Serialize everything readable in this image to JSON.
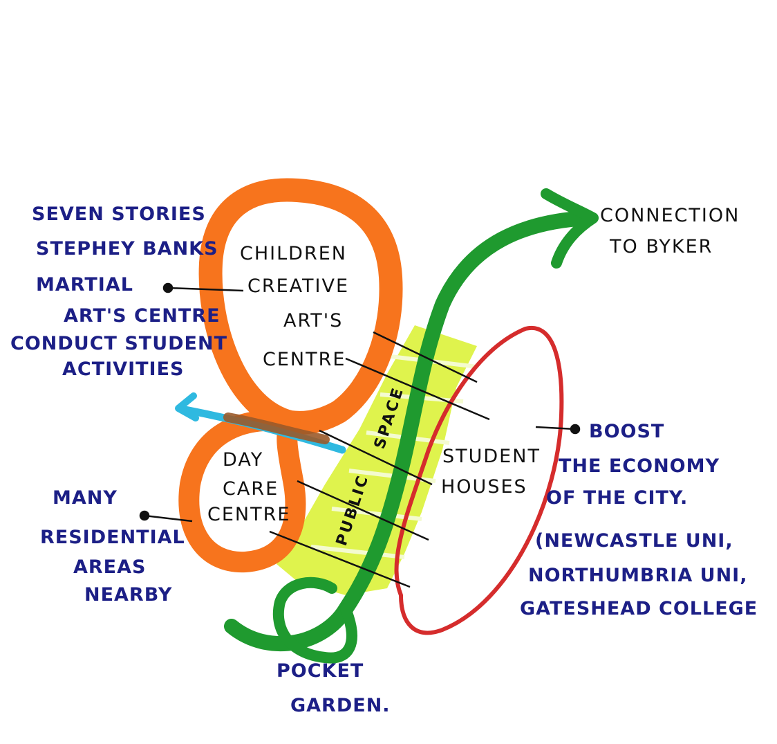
{
  "colors": {
    "orange": "#f7741d",
    "green": "#1f9a2f",
    "red": "#d52c2c",
    "lime": "#dcf23a",
    "cyan": "#2fb9e0",
    "brown": "#9a5a2a",
    "ink": "#1c1f86",
    "marker": "#111111"
  },
  "labels": {
    "seven_stories": "SEVEN STORIES",
    "stephey_banks": "STEPHEY BANKS",
    "martial": "MARTIAL",
    "arts_centre": "ART'S CENTRE",
    "conduct_student": "CONDUCT STUDENT",
    "activities": "ACTIVITIES",
    "children": "CHILDREN",
    "creative": "CREATIVE",
    "arts": "ART'S",
    "centre": "CENTRE",
    "connection": "CONNECTION",
    "to_byker": "TO BYKER",
    "public": "PUBLIC",
    "space": "SPACE",
    "day": "DAY",
    "care": "CARE",
    "day_centre": "CENTRE",
    "student": "STUDENT",
    "houses": "HOUSES",
    "boost": "BOOST",
    "the_economy": "THE ECONOMY",
    "of_the_city": "OF THE CITY.",
    "newcastle_uni": "(NEWCASTLE UNI,",
    "northumbria_uni": "NORTHUMBRIA UNI,",
    "gateshead_college": "GATESHEAD COLLEGE",
    "many": "MANY",
    "residential": "RESIDENTIAL",
    "areas": "AREAS",
    "nearby": "NEARBY",
    "pocket": "POCKET",
    "garden": "GARDEN."
  }
}
